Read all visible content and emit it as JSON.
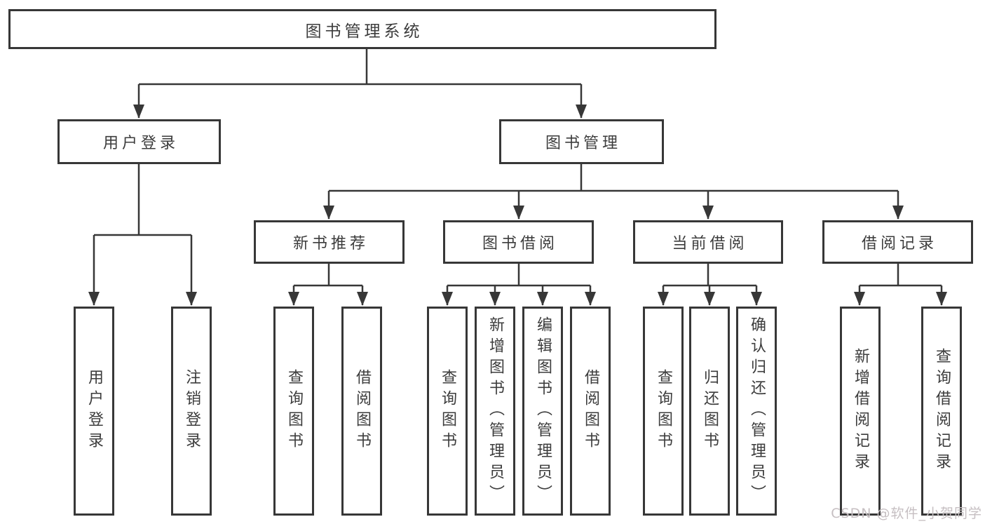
{
  "tree": {
    "label": "图书管理系统",
    "children": [
      {
        "label": "用户登录",
        "children": [
          {
            "label": "用户登录"
          },
          {
            "label": "注销登录"
          }
        ]
      },
      {
        "label": "图书管理",
        "children": [
          {
            "label": "新书推荐",
            "children": [
              {
                "label": "查询图书"
              },
              {
                "label": "借阅图书"
              }
            ]
          },
          {
            "label": "图书借阅",
            "children": [
              {
                "label": "查询图书"
              },
              {
                "label": "新增图书（管理员）"
              },
              {
                "label": "编辑图书（管理员）"
              },
              {
                "label": "借阅图书"
              }
            ]
          },
          {
            "label": "当前借阅",
            "children": [
              {
                "label": "查询图书"
              },
              {
                "label": "归还图书"
              },
              {
                "label": "确认归还（管理员）"
              }
            ]
          },
          {
            "label": "借阅记录",
            "children": [
              {
                "label": "新增借阅记录"
              },
              {
                "label": "查询借阅记录"
              }
            ]
          }
        ]
      }
    ]
  },
  "watermark": {
    "text": "CSDN @软件_小贺同学"
  },
  "colors": {
    "line": "#373737",
    "text": "#3c3c3c",
    "box_background": "#ffffff",
    "watermark": "#c6bfc2"
  }
}
